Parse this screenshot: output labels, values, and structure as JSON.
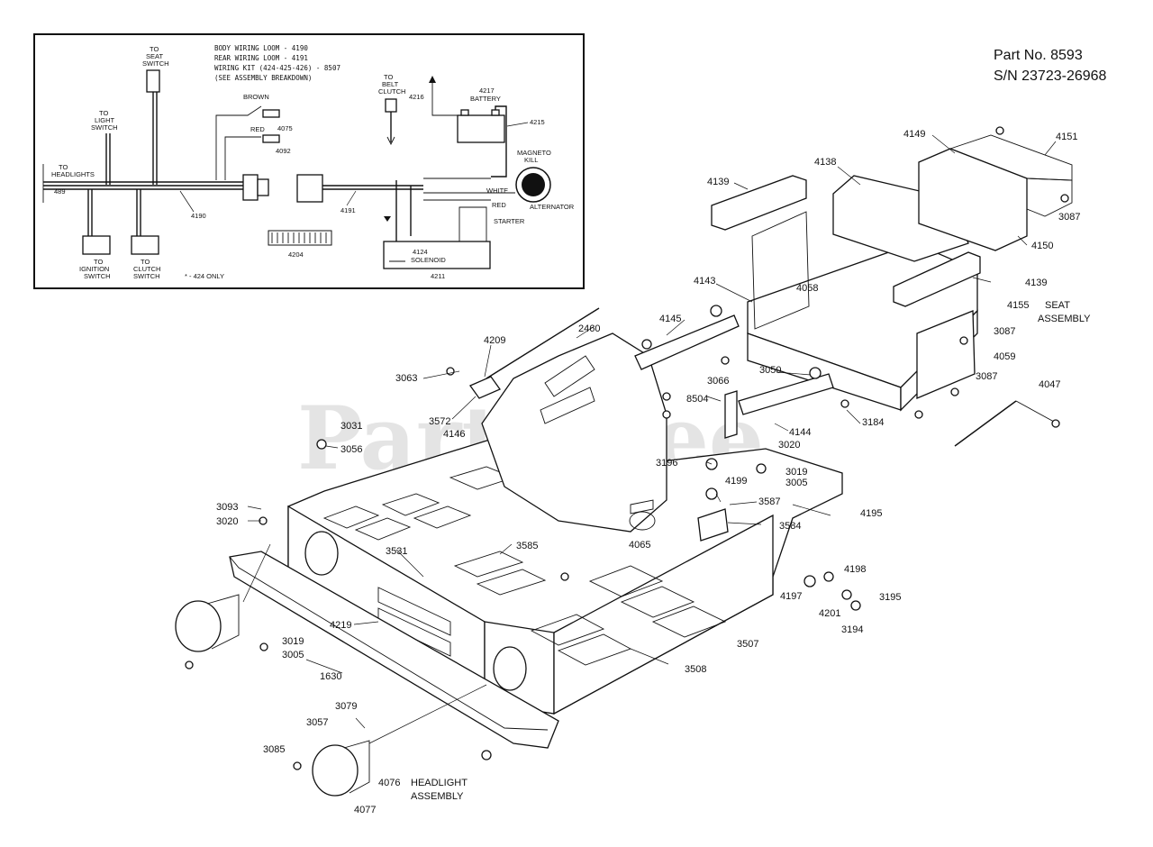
{
  "header": {
    "part_no": "Part No. 8593",
    "serial": "S/N 23723-26968"
  },
  "watermark": "PartsTree",
  "wiring": {
    "legend": [
      "BODY WIRING LOOM - 4190",
      "REAR WIRING LOOM - 4191",
      "WIRING KIT (424-425-426) - 8507",
      "(SEE ASSEMBLY BREAKDOWN)"
    ],
    "labels": {
      "to_seat_switch_1": "TO",
      "to_seat_switch_2": "SEAT",
      "to_seat_switch_3": "SWITCH",
      "to_light_switch_1": "TO",
      "to_light_switch_2": "LIGHT",
      "to_light_switch_3": "SWITCH",
      "to_headlights_1": "TO",
      "to_headlights_2": "HEADLIGHTS",
      "to_ignition_1": "TO",
      "to_ignition_2": "IGNITION",
      "to_ignition_3": "SWITCH",
      "to_clutch_1": "TO",
      "to_clutch_2": "CLUTCH",
      "to_clutch_3": "SWITCH",
      "to_belt_clutch_1": "TO",
      "to_belt_clutch_2": "BELT",
      "to_belt_clutch_3": "CLUTCH",
      "brown": "BROWN",
      "red": "RED",
      "red2": "RED",
      "white": "WHITE",
      "battery": "BATTERY",
      "magneto_1": "MAGNETO",
      "magneto_2": "KILL",
      "alternator": "ALTERNATOR",
      "starter": "STARTER",
      "solenoid": "SOLENOID",
      "footnote": "* - 424 ONLY",
      "n_489": "489",
      "n_4190": "4190",
      "n_4191": "4191",
      "n_4204": "4204",
      "n_4211": "4211",
      "n_4124": "4124",
      "n_4075": "4075",
      "n_4092": "4092",
      "n_4215": "4215",
      "n_4216": "4216",
      "n_4217": "4217"
    }
  },
  "assembly_labels": {
    "seat_assembly_1": "SEAT",
    "seat_assembly_2": "ASSEMBLY",
    "headlight_assembly_1": "HEADLIGHT",
    "headlight_assembly_2": "ASSEMBLY"
  },
  "callouts": [
    {
      "id": "c4149",
      "text": "4149"
    },
    {
      "id": "c4151",
      "text": "4151"
    },
    {
      "id": "c4138",
      "text": "4138"
    },
    {
      "id": "c4139a",
      "text": "4139"
    },
    {
      "id": "c3087a",
      "text": "3087"
    },
    {
      "id": "c4150",
      "text": "4150"
    },
    {
      "id": "c4139b",
      "text": "4139"
    },
    {
      "id": "c4155",
      "text": "4155"
    },
    {
      "id": "c4143",
      "text": "4143"
    },
    {
      "id": "c4058",
      "text": "4058"
    },
    {
      "id": "c3087b",
      "text": "3087"
    },
    {
      "id": "c4059",
      "text": "4059"
    },
    {
      "id": "c3087c",
      "text": "3087"
    },
    {
      "id": "c4047",
      "text": "4047"
    },
    {
      "id": "c2460",
      "text": "2460"
    },
    {
      "id": "c4145",
      "text": "4145"
    },
    {
      "id": "c4209",
      "text": "4209"
    },
    {
      "id": "c3063",
      "text": "3063"
    },
    {
      "id": "c3066",
      "text": "3066"
    },
    {
      "id": "c3050",
      "text": "3050"
    },
    {
      "id": "c3572",
      "text": "3572"
    },
    {
      "id": "c4146",
      "text": "4146"
    },
    {
      "id": "c8504",
      "text": "8504"
    },
    {
      "id": "c3184",
      "text": "3184"
    },
    {
      "id": "c4144",
      "text": "4144"
    },
    {
      "id": "c3020a",
      "text": "3020"
    },
    {
      "id": "c3031",
      "text": "3031"
    },
    {
      "id": "c3056",
      "text": "3056"
    },
    {
      "id": "c3196",
      "text": "3196"
    },
    {
      "id": "c3019a",
      "text": "3019"
    },
    {
      "id": "c3005a",
      "text": "3005"
    },
    {
      "id": "c4199",
      "text": "4199"
    },
    {
      "id": "c3587",
      "text": "3587"
    },
    {
      "id": "c4195",
      "text": "4195"
    },
    {
      "id": "c3584",
      "text": "3584"
    },
    {
      "id": "c3093",
      "text": "3093"
    },
    {
      "id": "c3020b",
      "text": "3020"
    },
    {
      "id": "c4065",
      "text": "4065"
    },
    {
      "id": "c3531",
      "text": "3531"
    },
    {
      "id": "c3585",
      "text": "3585"
    },
    {
      "id": "c4198",
      "text": "4198"
    },
    {
      "id": "c4197",
      "text": "4197"
    },
    {
      "id": "c3195",
      "text": "3195"
    },
    {
      "id": "c4201",
      "text": "4201"
    },
    {
      "id": "c3194",
      "text": "3194"
    },
    {
      "id": "c4219",
      "text": "4219"
    },
    {
      "id": "c3019b",
      "text": "3019"
    },
    {
      "id": "c3005b",
      "text": "3005"
    },
    {
      "id": "c3507",
      "text": "3507"
    },
    {
      "id": "c3508",
      "text": "3508"
    },
    {
      "id": "c1630",
      "text": "1630"
    },
    {
      "id": "c3079",
      "text": "3079"
    },
    {
      "id": "c3057",
      "text": "3057"
    },
    {
      "id": "c3085",
      "text": "3085"
    },
    {
      "id": "c4076",
      "text": "4076"
    },
    {
      "id": "c4077",
      "text": "4077"
    }
  ]
}
